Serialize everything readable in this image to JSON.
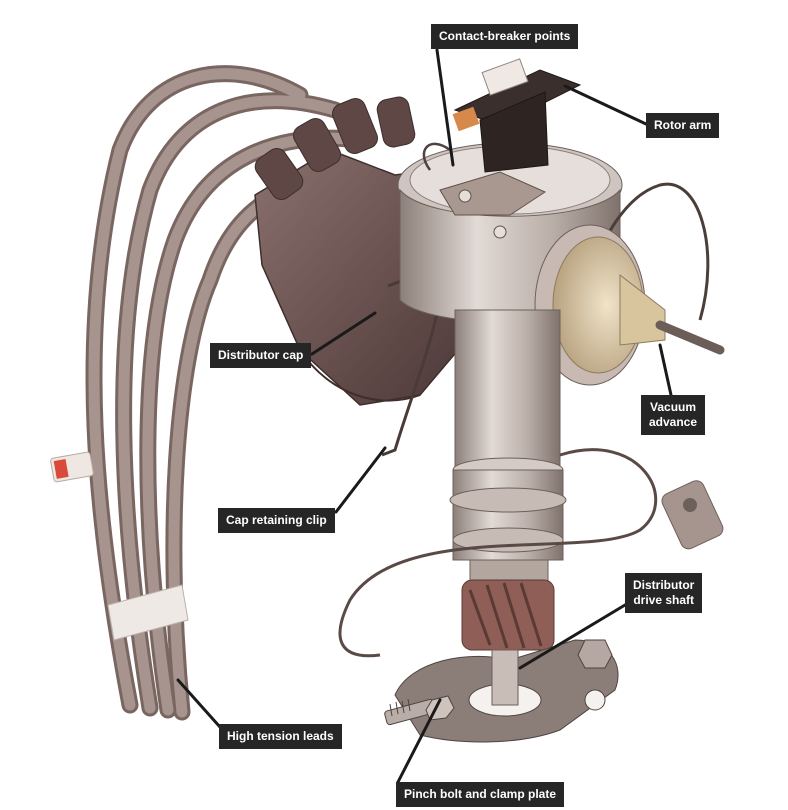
{
  "diagram": {
    "labels": {
      "contact_breaker_points": "Contact-breaker points",
      "rotor_arm": "Rotor arm",
      "distributor_cap": "Distributor cap",
      "vacuum_advance_line1": "Vacuum",
      "vacuum_advance_line2": "advance",
      "cap_retaining_clip": "Cap retaining clip",
      "distributor_drive_shaft_line1": "Distributor",
      "distributor_drive_shaft_line2": "drive shaft",
      "high_tension_leads": "High tension leads",
      "pinch_bolt_and_clamp_plate": "Pinch bolt and clamp plate"
    },
    "colors": {
      "callout_background": "#262626",
      "callout_text": "#ffffff",
      "leader_line": "#1a1a1a",
      "cap_body": "#6d5553",
      "metal_body": "#bfb4ae",
      "lead_wire": "#9a8680",
      "vacuum_diaphragm": "#d9c7a8",
      "lead_tag": "#d84a3a"
    }
  }
}
